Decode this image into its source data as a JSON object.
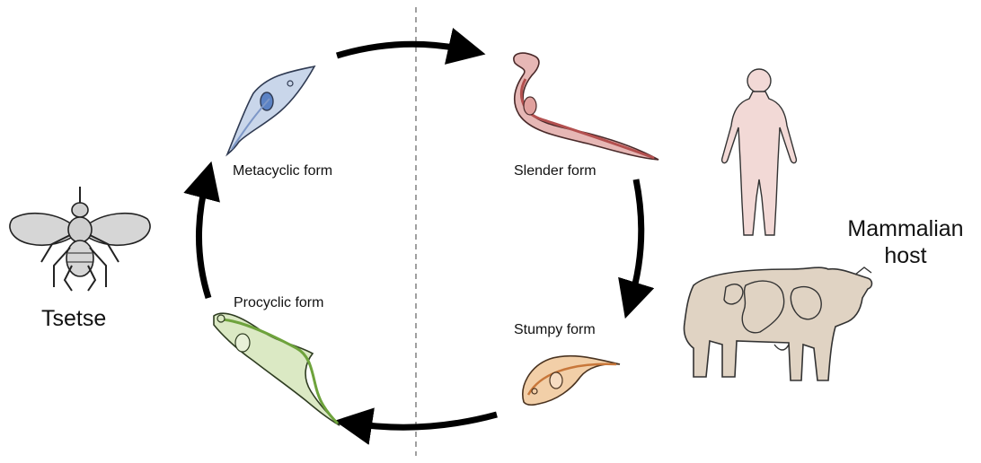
{
  "labels": {
    "metacyclic": "Metacyclic form",
    "slender": "Slender form",
    "stumpy": "Stumpy form",
    "procyclic": "Procyclic form",
    "tsetse": "Tsetse",
    "host_line1": "Mammalian",
    "host_line2": "host"
  },
  "icons": {
    "tsetse": "tsetse-fly-icon",
    "human": "human-silhouette-icon",
    "cow": "cow-icon",
    "metacyclic": "metacyclic-trypanosome-icon",
    "slender": "slender-trypanosome-icon",
    "stumpy": "stumpy-trypanosome-icon",
    "procyclic": "procyclic-trypanosome-icon"
  },
  "colors": {
    "metacyclic_fill": "#c9d6ea",
    "metacyclic_nucleus": "#5b82c4",
    "slender_fill": "#e6b7b5",
    "slender_band": "#b3504f",
    "stumpy_fill": "#f2cfa8",
    "stumpy_band": "#c8773a",
    "procyclic_fill": "#dbe9c4",
    "procyclic_band": "#6ea33c",
    "human_fill": "#f2d9d6",
    "cow_fill": "#e0d3c3",
    "fly_fill": "#d6d6d6",
    "arrow": "#000000",
    "divider": "#888888"
  }
}
